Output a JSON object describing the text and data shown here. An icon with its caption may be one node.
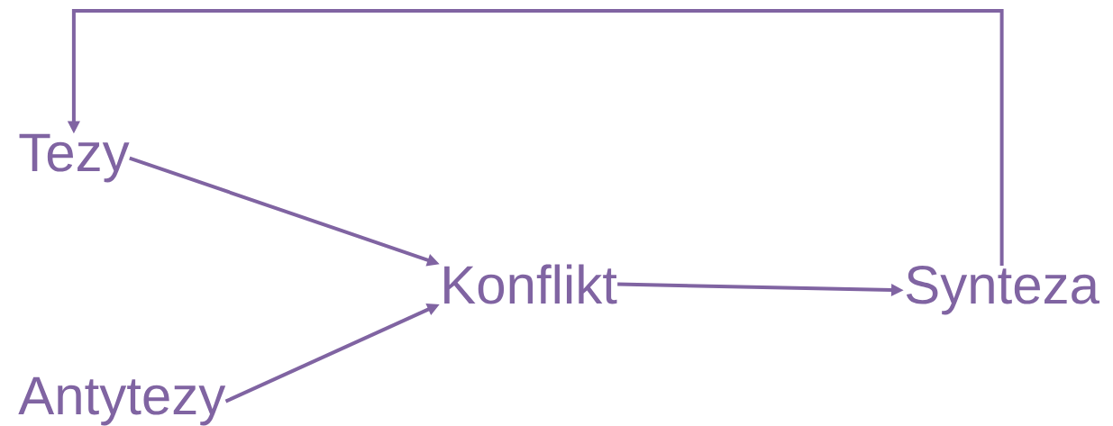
{
  "diagram": {
    "nodes": [
      {
        "text": [
          "Tezy"
        ]
      },
      {
        "text": [
          "Antytezy"
        ]
      },
      {
        "text": [
          "Konflikt"
        ]
      },
      {
        "text": [
          "Synteza"
        ]
      }
    ],
    "edges": [
      {
        "from": 0,
        "to": 2,
        "arrow": "to"
      },
      {
        "from": 1,
        "to": 2,
        "arrow": "to"
      },
      {
        "from": 2,
        "to": 3,
        "arrow": "to"
      },
      {
        "from": 3,
        "to": 0,
        "arrow": "to"
      }
    ]
  }
}
